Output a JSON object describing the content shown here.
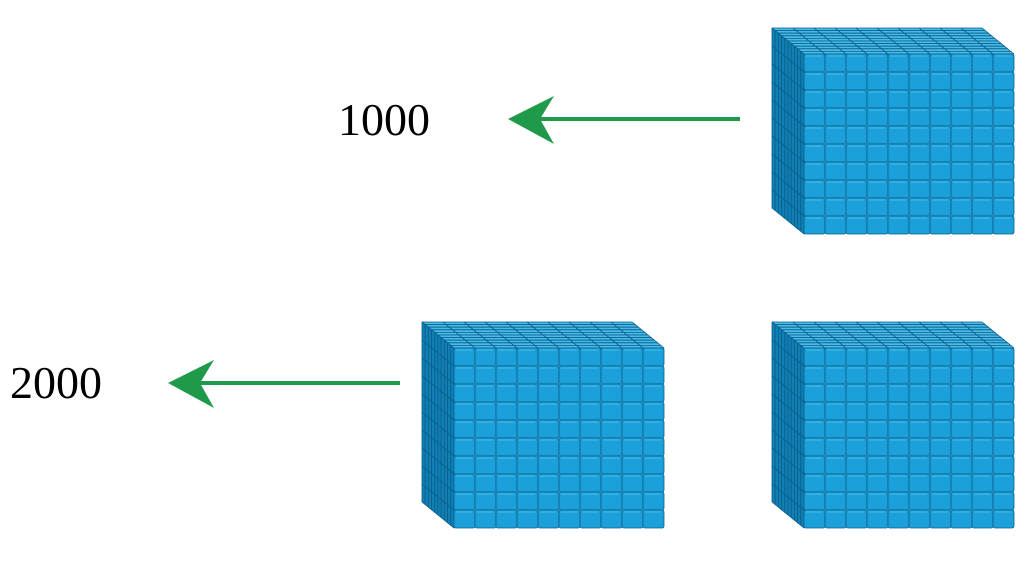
{
  "labels": {
    "row1_value": "1000",
    "row2_value": "2000"
  },
  "blocks": {
    "cubes_per_edge": 10,
    "row1_cube_count": 1,
    "row2_cube_count": 2
  },
  "colors": {
    "cube_front": "#1ba0d9",
    "cube_top": "#49bbe8",
    "cube_side": "#0f7fb4",
    "cube_line": "#0a5f8c",
    "arrow": "#1f9a4a"
  }
}
